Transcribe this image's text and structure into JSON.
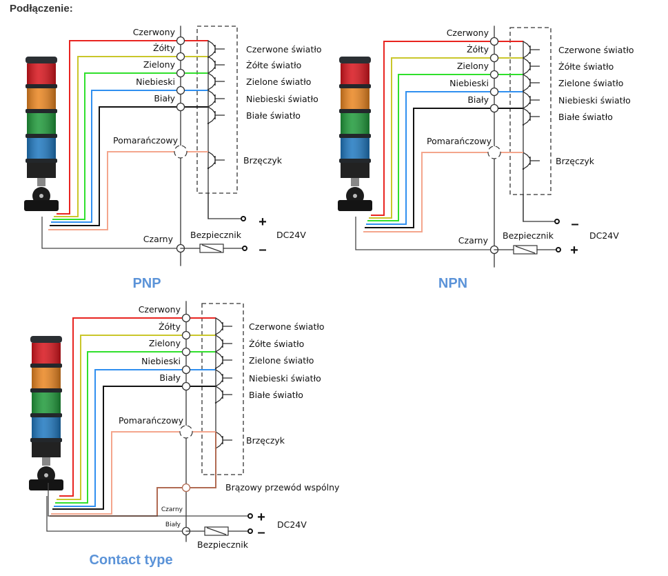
{
  "title": "Podłączenie:",
  "wire_colors": {
    "red": "#e8231f",
    "yellow": "#c9c62a",
    "green": "#2fe02b",
    "blue": "#2f8ff0",
    "black": "#111111",
    "orange": "#f4a58c",
    "brown": "#b06a52",
    "grey": "#444444"
  },
  "caption_color": "#5b93d8",
  "diagrams": [
    {
      "id": "pnp",
      "caption": "PNP",
      "wires": [
        "Czerwony",
        "Żółty",
        "Zielony",
        "Niebieski",
        "Biały"
      ],
      "buzzer_wire": "Pomarańczowy",
      "outputs": [
        "Czerwone światło",
        "Żółte światło",
        "Zielone światło",
        "Niebieski światło",
        "Białe światło"
      ],
      "buzzer": "Brzęczyk",
      "ground_wire": "Czarny",
      "fuse": "Bezpiecznik",
      "supply": "DC24V",
      "top_terminal": "+",
      "bottom_terminal": "–"
    },
    {
      "id": "npn",
      "caption": "NPN",
      "wires": [
        "Czerwony",
        "Żółty",
        "Zielony",
        "Niebieski",
        "Biały"
      ],
      "buzzer_wire": "Pomarańczowy",
      "outputs": [
        "Czerwone światło",
        "Żółte światło",
        "Zielone światło",
        "Niebieski światło",
        "Białe światło"
      ],
      "buzzer": "Brzęczyk",
      "ground_wire": "Czarny",
      "fuse": "Bezpiecznik",
      "supply": "DC24V",
      "top_terminal": "–",
      "bottom_terminal": "+"
    },
    {
      "id": "contact",
      "caption": "Contact type",
      "wires": [
        "Czerwony",
        "Żółty",
        "Zielony",
        "Niebieski",
        "Biały"
      ],
      "buzzer_wire": "Pomarańczowy",
      "outputs": [
        "Czerwone światło",
        "Żółte światło",
        "Zielone światło",
        "Niebieski światło",
        "Białe światło"
      ],
      "buzzer": "Brzęczyk",
      "common_wire": "Brązowy przewód wspólny",
      "plus_wire": "Czarny",
      "minus_wire": "Biały",
      "fuse": "Bezpiecznik",
      "supply": "DC24V",
      "top_terminal": "+",
      "bottom_terminal": "–"
    }
  ]
}
